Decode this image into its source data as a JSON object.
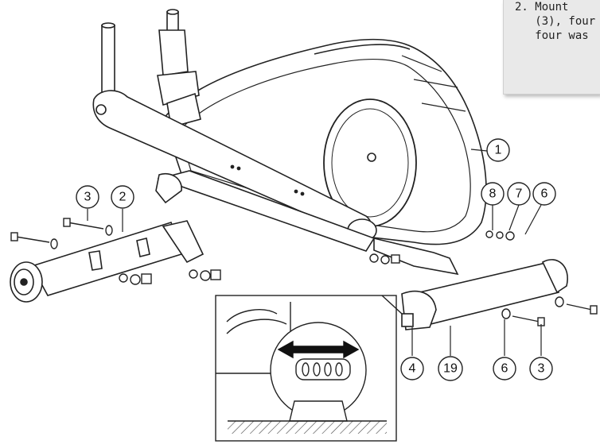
{
  "instructions": {
    "lines": [
      "2. Mount",
      "   (3), four",
      "   four was"
    ]
  },
  "callouts": {
    "c1": "1",
    "c2": "2",
    "c3_left": "3",
    "c3_right": "3",
    "c4": "4",
    "c6_top": "6",
    "c6_bottom": "6",
    "c7": "7",
    "c8": "8",
    "c19": "19"
  }
}
